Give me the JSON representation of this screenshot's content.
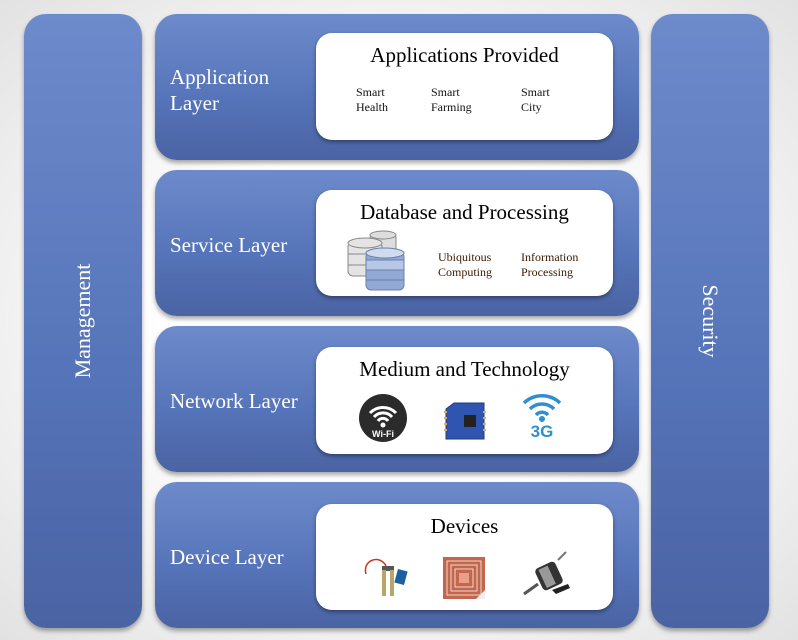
{
  "management": "Management",
  "security": "Security",
  "layers": [
    {
      "name": "Application\nLayer",
      "card_title": "Applications Provided",
      "items": [
        "Smart\nHealth",
        "Smart\nFarming",
        "Smart\nCity"
      ]
    },
    {
      "name": "Service Layer",
      "card_title": "Database and Processing",
      "items": [
        "Ubiquitous\nComputing",
        "Information\nProcessing"
      ],
      "icons": [
        "database-icon"
      ]
    },
    {
      "name": "Network Layer",
      "card_title": "Medium and Technology",
      "icons": [
        "wifi-icon",
        "zigbee-module-icon",
        "3g-icon"
      ],
      "icon_labels": {
        "wifi": "Wi-Fi",
        "g3": "3G"
      }
    },
    {
      "name": "Device Layer",
      "card_title": "Devices",
      "icons": [
        "soil-sensor-icon",
        "rfid-tag-icon",
        "solenoid-actuator-icon"
      ]
    }
  ]
}
